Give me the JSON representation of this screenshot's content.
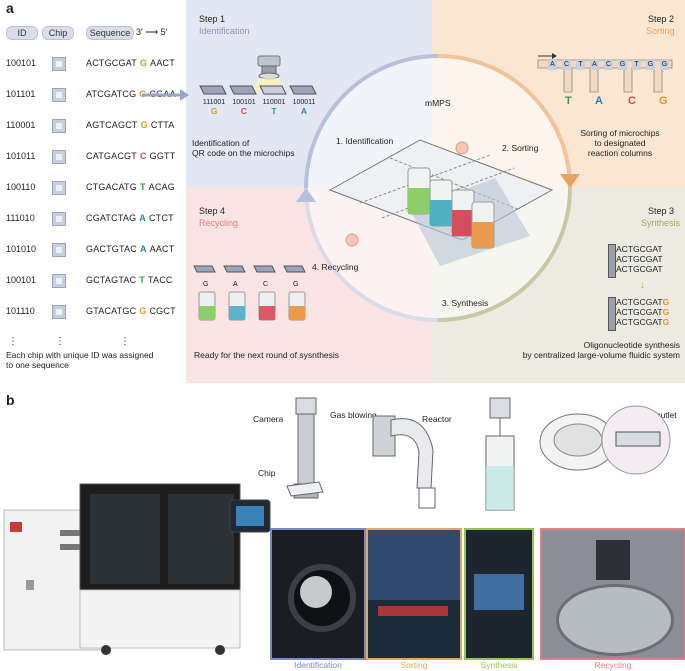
{
  "panel_a_letter": "a",
  "panel_b_letter": "b",
  "table": {
    "id_header": "ID",
    "chip_header": "Chip",
    "sequence_header": "Sequence",
    "direction": "3′ ⟶ 5′",
    "rows": [
      {
        "id": "100101",
        "pre": "ACTGCGAT",
        "base": "G",
        "post": "AACT",
        "color": "#d69a2a"
      },
      {
        "id": "101101",
        "pre": "ATCGATCG",
        "base": "G",
        "post": "CGAA",
        "color": "#d69a2a"
      },
      {
        "id": "110001",
        "pre": "AGTCAGCT",
        "base": "G",
        "post": "CTTA",
        "color": "#d69a2a"
      },
      {
        "id": "101011",
        "pre": "CATGACGT",
        "base": "C",
        "post": "GGTT",
        "color": "#d24a5a"
      },
      {
        "id": "100110",
        "pre": "CTGACATG",
        "base": "T",
        "post": "ACAG",
        "color": "#3b9a4a"
      },
      {
        "id": "111010",
        "pre": "CGATCTAG",
        "base": "A",
        "post": "CTCT",
        "color": "#2f7fb5"
      },
      {
        "id": "101010",
        "pre": "GACTGTAC",
        "base": "A",
        "post": "AACT",
        "color": "#2f7fb5"
      },
      {
        "id": "100101",
        "pre": "GCTAGTAC",
        "base": "T",
        "post": "TACC",
        "color": "#3b9a4a"
      },
      {
        "id": "101110",
        "pre": "GTACATGC",
        "base": "G",
        "post": "CGCT",
        "color": "#d69a2a"
      }
    ],
    "ellipsis": "⋮",
    "footnote_line1": "Each chip with unique ID was assigned",
    "footnote_line2": "to one sequence"
  },
  "center_label": "mMPS",
  "cycle_labels": {
    "identification": "1. Identification",
    "sorting": "2. Sorting",
    "synthesis": "3. Synthesis",
    "recycling": "4. Recycling"
  },
  "step1": {
    "title": "Step 1",
    "name": "Identification",
    "chip_ids": [
      "111001",
      "100101",
      "110001",
      "100011"
    ],
    "chip_bases": [
      "G",
      "C",
      "T",
      "A"
    ],
    "desc_line1": "Identification of",
    "desc_line2": "QR code on the microchips"
  },
  "step2": {
    "title": "Step 2",
    "name": "Sorting",
    "chip_letters": [
      "A",
      "C",
      "T",
      "A",
      "C",
      "G",
      "T",
      "G",
      "G"
    ],
    "column_letters": [
      "T",
      "A",
      "C",
      "G"
    ],
    "desc_line1": "Sorting of microchips",
    "desc_line2": "to designated",
    "desc_line3": "reaction columns"
  },
  "step3": {
    "title": "Step 3",
    "name": "Synthesis",
    "before": [
      "ACTGCGAT",
      "ACTGCGAT",
      "ACTGCGAT"
    ],
    "after_pre": [
      "ACTGCGAT",
      "ACTGCGAT",
      "ACTGCGAT"
    ],
    "after_base": "G",
    "desc_line1": "Oligonucleotide synthesis",
    "desc_line2": "by centralized large-volume fluidic system"
  },
  "step4": {
    "title": "Step 4",
    "name": "Recycling",
    "chip_letters": [
      "G",
      "A",
      "C",
      "G"
    ],
    "desc": "Ready for the next round of sysnthesis"
  },
  "panel_b": {
    "camera": "Camera",
    "chip": "Chip",
    "gas_blowing": "Gas blowing",
    "reactor": "Reactor",
    "chip_outlet": "Chip outlet",
    "captions": [
      "Identification",
      "Sorting",
      "Synthesis",
      "Recycling"
    ]
  },
  "colors": {
    "step1_bg": "#e3e7f3",
    "step2_bg": "#fbe6d2",
    "step3_bg": "#ecebe1",
    "step4_bg": "#f9e3e3",
    "identification": "#7a8cbf",
    "sorting": "#e6a45c",
    "synthesis": "#a5a36a",
    "recycling": "#e07e86",
    "base_G": "#d69a2a",
    "base_C": "#d24a5a",
    "base_T": "#3b9a4a",
    "base_A": "#2f7fb5"
  }
}
